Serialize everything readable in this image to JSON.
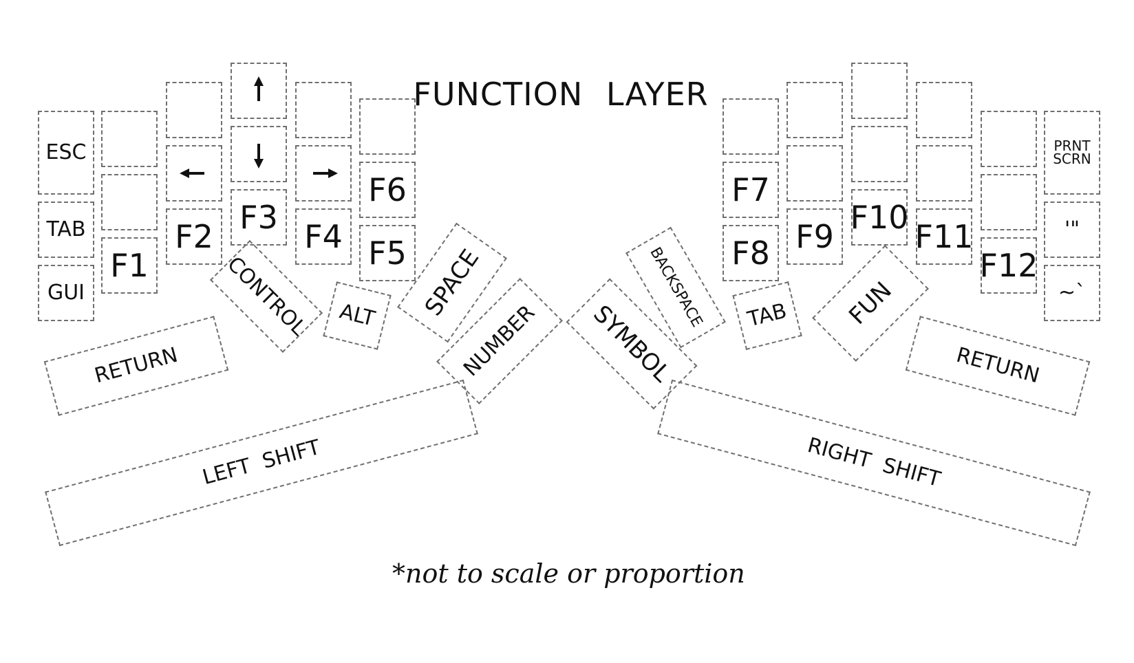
{
  "title": "FUNCTION LAYER",
  "footnote": "*not to scale or proportion",
  "keys": {
    "esc": "ESC",
    "tab_left": "TAB",
    "gui": "GUI",
    "f1": "F1",
    "f2": "F2",
    "f3": "F3",
    "f4": "F4",
    "f5": "F5",
    "f6": "F6",
    "f7": "F7",
    "f8": "F8",
    "f9": "F9",
    "f10": "F10",
    "f11": "F11",
    "f12": "F12",
    "prnt_line1": "PRNT",
    "prnt_line2": "SCRN",
    "quote": "'\"",
    "tilde": "~`",
    "control": "CONTROL",
    "alt": "ALT",
    "space": "SPACE",
    "number": "NUMBER",
    "symbol": "SYMBOL",
    "backspace": "BACKSPACE",
    "tab_right": "TAB",
    "fun": "FUN",
    "return_left": "RETURN",
    "return_right": "RETURN",
    "left_shift": "LEFT  SHIFT",
    "right_shift": "RIGHT  SHIFT"
  },
  "arrows": {
    "up": "up-arrow-icon",
    "down": "down-arrow-icon",
    "left": "left-arrow-icon",
    "right": "right-arrow-icon"
  }
}
